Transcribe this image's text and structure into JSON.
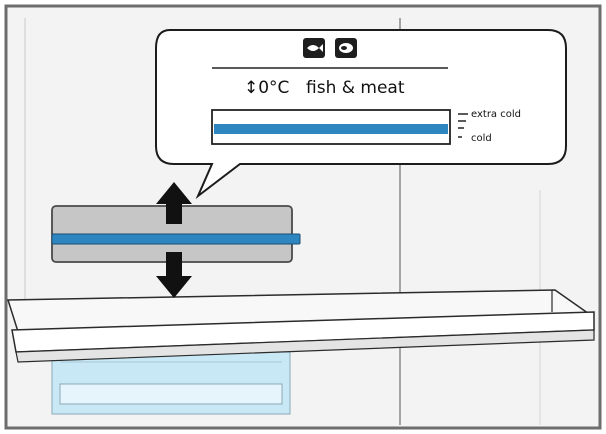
{
  "callout": {
    "temperature": "↕0°C",
    "mode": "fish & meat",
    "icons": [
      "fish-icon",
      "meat-icon"
    ]
  },
  "scale": {
    "top_label": "extra cold",
    "bottom_label": "cold"
  },
  "arrows": [
    "up-arrow-icon",
    "down-arrow-icon"
  ],
  "colors": {
    "accent_blue": "#2e86c1",
    "panel_gray": "#c4c4c4",
    "drawer_blue": "#bfe4f5",
    "frame": "#6b6b6b",
    "background": "#f2f2f2"
  }
}
